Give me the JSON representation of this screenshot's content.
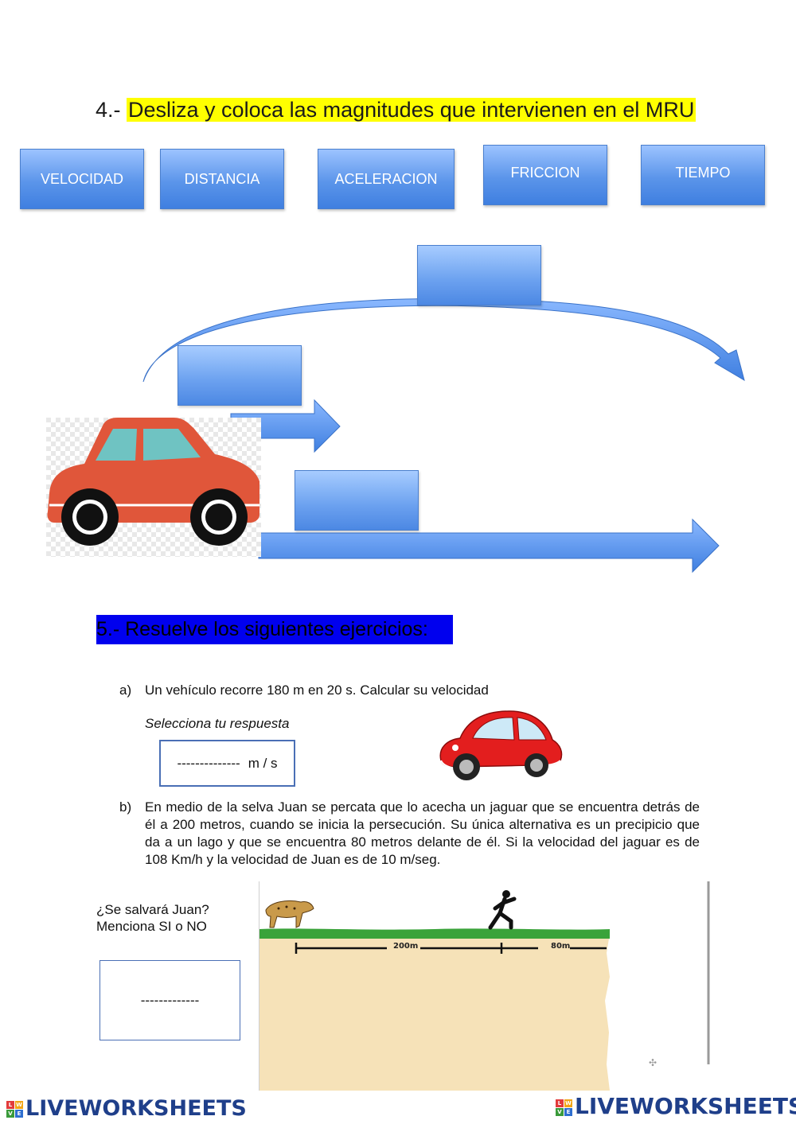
{
  "q4": {
    "number": "4.-",
    "title": "Desliza y coloca las magnitudes que intervienen en el MRU",
    "chips": [
      "VELOCIDAD",
      "DISTANCIA",
      "ACELERACION",
      "FRICCION",
      "TIEMPO"
    ]
  },
  "q5": {
    "title": "5.- Resuelve los siguientes ejercicios:",
    "a": {
      "letter": "a)",
      "text": "Un vehículo recorre 180 m en 20 s. Calcular su velocidad",
      "prompt": "Selecciona tu respuesta",
      "answer_placeholder": "--------------",
      "unit": "m / s"
    },
    "b": {
      "letter": "b)",
      "text": "En medio de la selva Juan se percata que lo acecha un jaguar que se encuentra detrás de él a 200 metros, cuando se inicia la persecución. Su única alternativa es un precipicio que da a un lago y que se encuentra  80 metros delante de él. Si la velocidad del jaguar es de 108 Km/h y la velocidad de Juan es de 10 m/seg.",
      "question_line1": "¿Se salvará Juan?",
      "question_line2": "Menciona SI o NO",
      "answer_placeholder": "-------------",
      "dist1": "200m",
      "dist2": "80m"
    }
  },
  "footer": {
    "logo_text": "LIVEWORKSHEETS",
    "badge_letters": [
      "L",
      "W",
      "V",
      "E"
    ]
  },
  "colors": {
    "chip_blue": "#5b95ea",
    "highlight_yellow": "#ffff00",
    "q5_blue": "#0000ee",
    "car_red": "#e0563a",
    "beetle_red": "#e31e1e",
    "grass": "#3aa33a",
    "ground": "#f6e2b8",
    "logo_blue": "#1f3f8a"
  }
}
